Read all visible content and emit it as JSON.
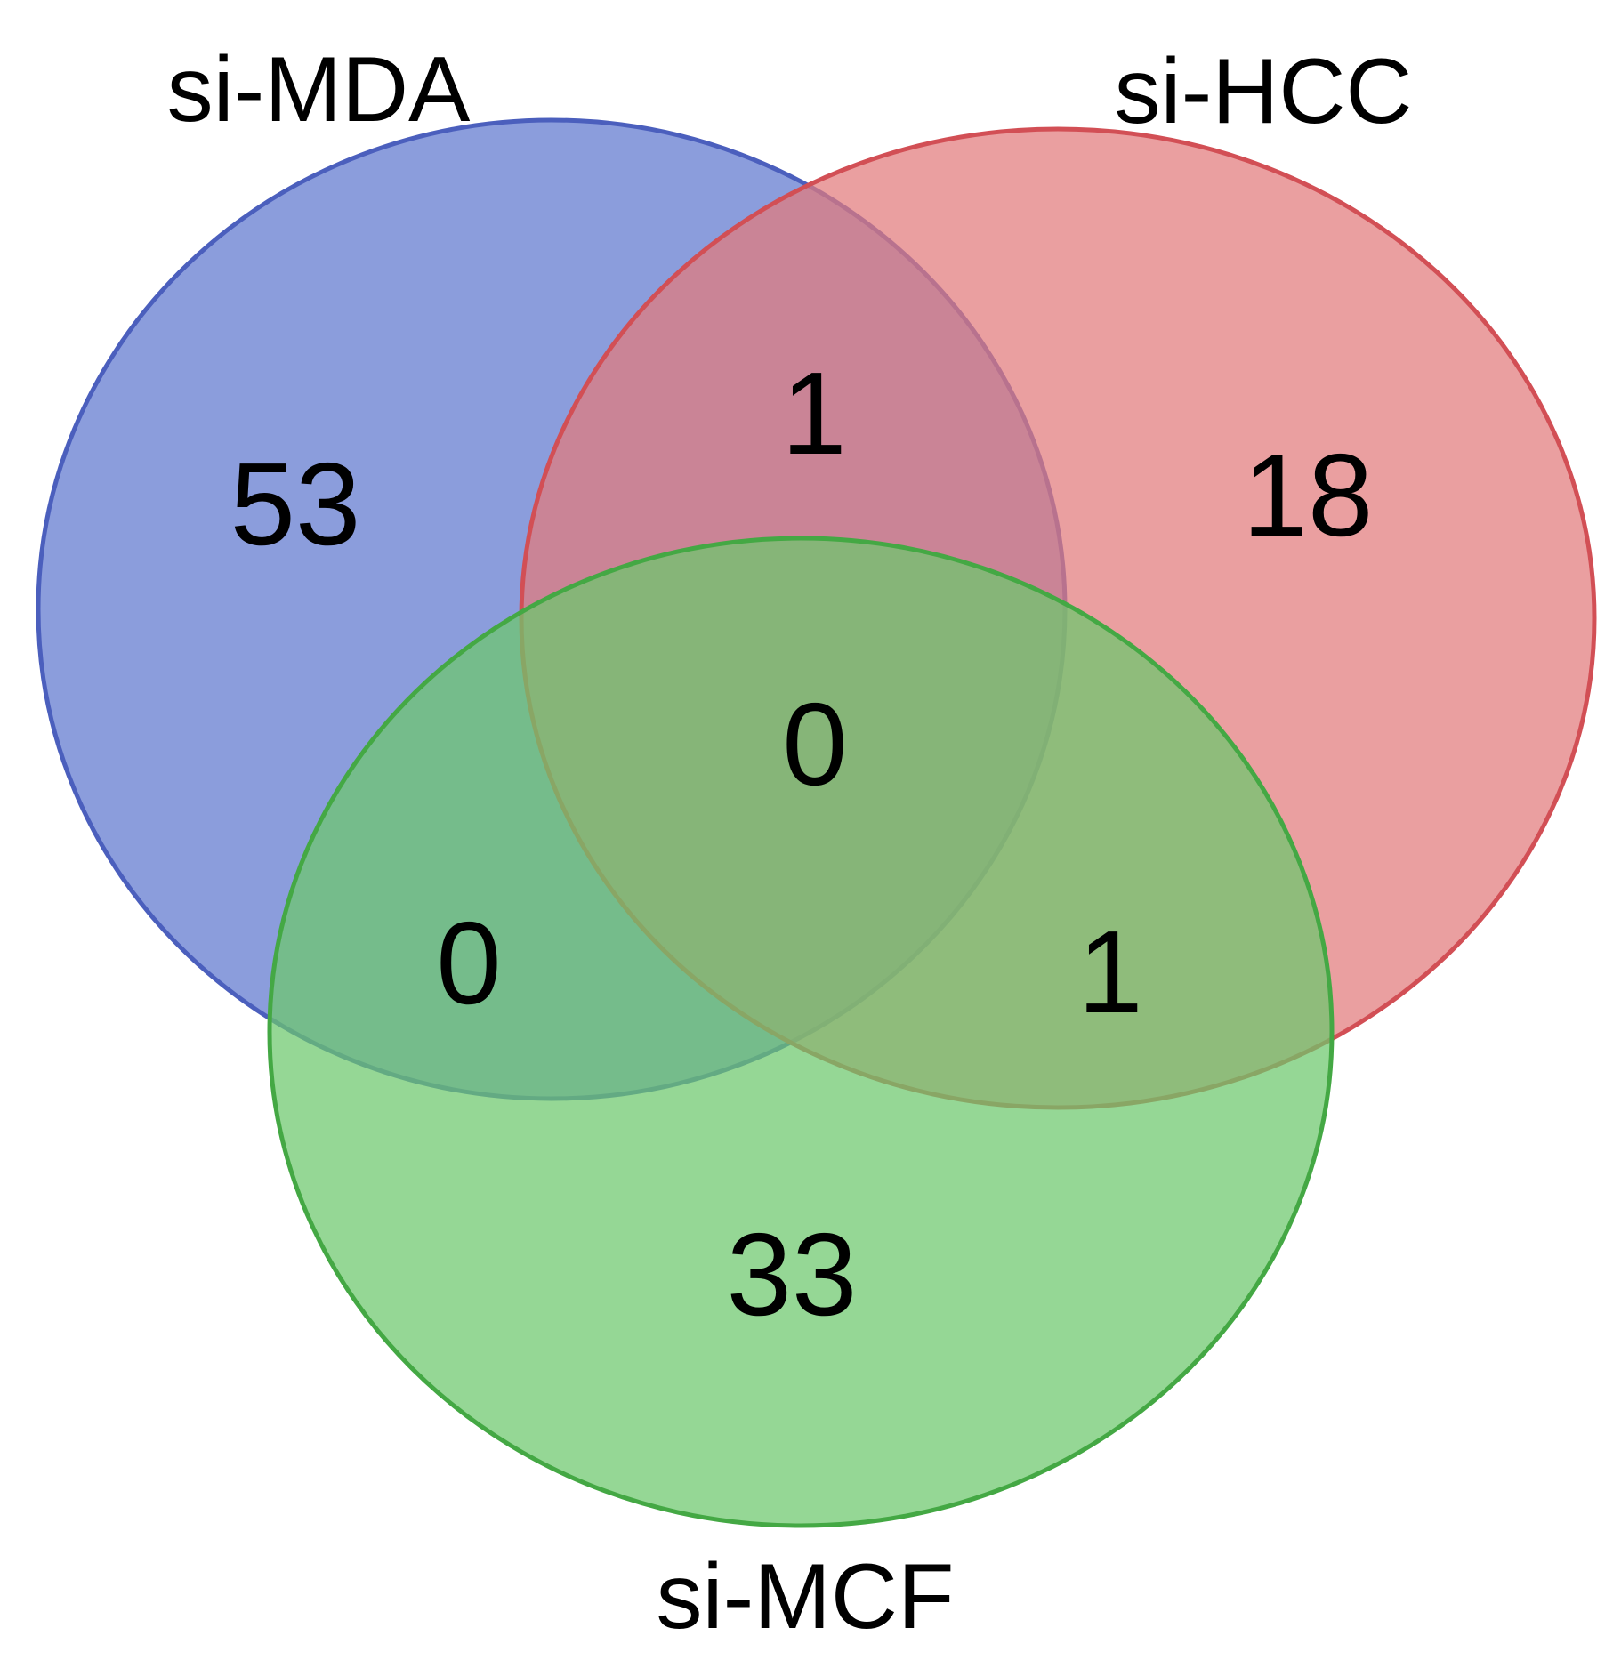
{
  "venn": {
    "sets": [
      {
        "key": "mda",
        "label": "si-MDA",
        "fill": "#7188d4",
        "stroke": "#4b5fbd"
      },
      {
        "key": "hcc",
        "label": "si-HCC",
        "fill": "#e27a7c",
        "stroke": "#d24f55"
      },
      {
        "key": "mcf",
        "label": "si-MCF",
        "fill": "#6cc76c",
        "stroke": "#44a844"
      }
    ],
    "regions": {
      "mda_only": "53",
      "hcc_only": "18",
      "mcf_only": "33",
      "mda_hcc": "1",
      "mda_mcf": "0",
      "hcc_mcf": "1",
      "all_three": "0"
    }
  }
}
